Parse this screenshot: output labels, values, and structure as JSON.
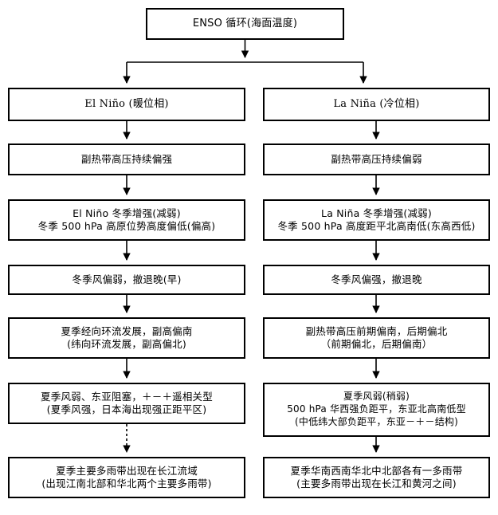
{
  "diagram": {
    "title_root": "ENSO 循环(海面温度)",
    "branches": {
      "left": {
        "name": "El Niño (暖位相)",
        "steps": [
          {
            "lines": [
              "副热带高压持续偏强"
            ]
          },
          {
            "lines": [
              "El Niño 冬季增强(减弱)",
              "冬季 500 hPa 高原位势高度偏低(偏高)"
            ]
          },
          {
            "lines": [
              "冬季风偏弱，撤退晚(早)"
            ]
          },
          {
            "lines": [
              "夏季经向环流发展，副高偏南",
              "(纬向环流发展，副高偏北)"
            ]
          },
          {
            "lines": [
              "夏季风弱、东亚阻塞，＋－＋遥相关型",
              "(夏季风强，日本海出现强正距平区)"
            ]
          },
          {
            "lines": [
              "夏季主要多雨带出现在长江流域",
              "(出现江南北部和华北两个主要多雨带)"
            ]
          }
        ]
      },
      "right": {
        "name": "La Niña (冷位相)",
        "steps": [
          {
            "lines": [
              "副热带高压持续偏弱"
            ]
          },
          {
            "lines": [
              "La Niña 冬季增强(减弱)",
              "冬季 500 hPa 高度距平北高南低(东高西低)"
            ]
          },
          {
            "lines": [
              "冬季风偏强，撤退晚"
            ]
          },
          {
            "lines": [
              "副热带高压前期偏南，后期偏北",
              "（前期偏北，后期偏南）"
            ]
          },
          {
            "lines": [
              "夏季风弱(稍弱)",
              "500 hPa 华西强负距平，东亚北高南低型",
              "(中低纬大部负距平，东亚－＋－结构)"
            ]
          },
          {
            "lines": [
              "夏季华南西南华北中北部各有一多雨带",
              "(主要多雨带出现在长江和黄河之间)"
            ]
          }
        ]
      }
    },
    "colors": {
      "line": "#000000",
      "box_fill": "#ffffff",
      "text": "#000000"
    }
  }
}
